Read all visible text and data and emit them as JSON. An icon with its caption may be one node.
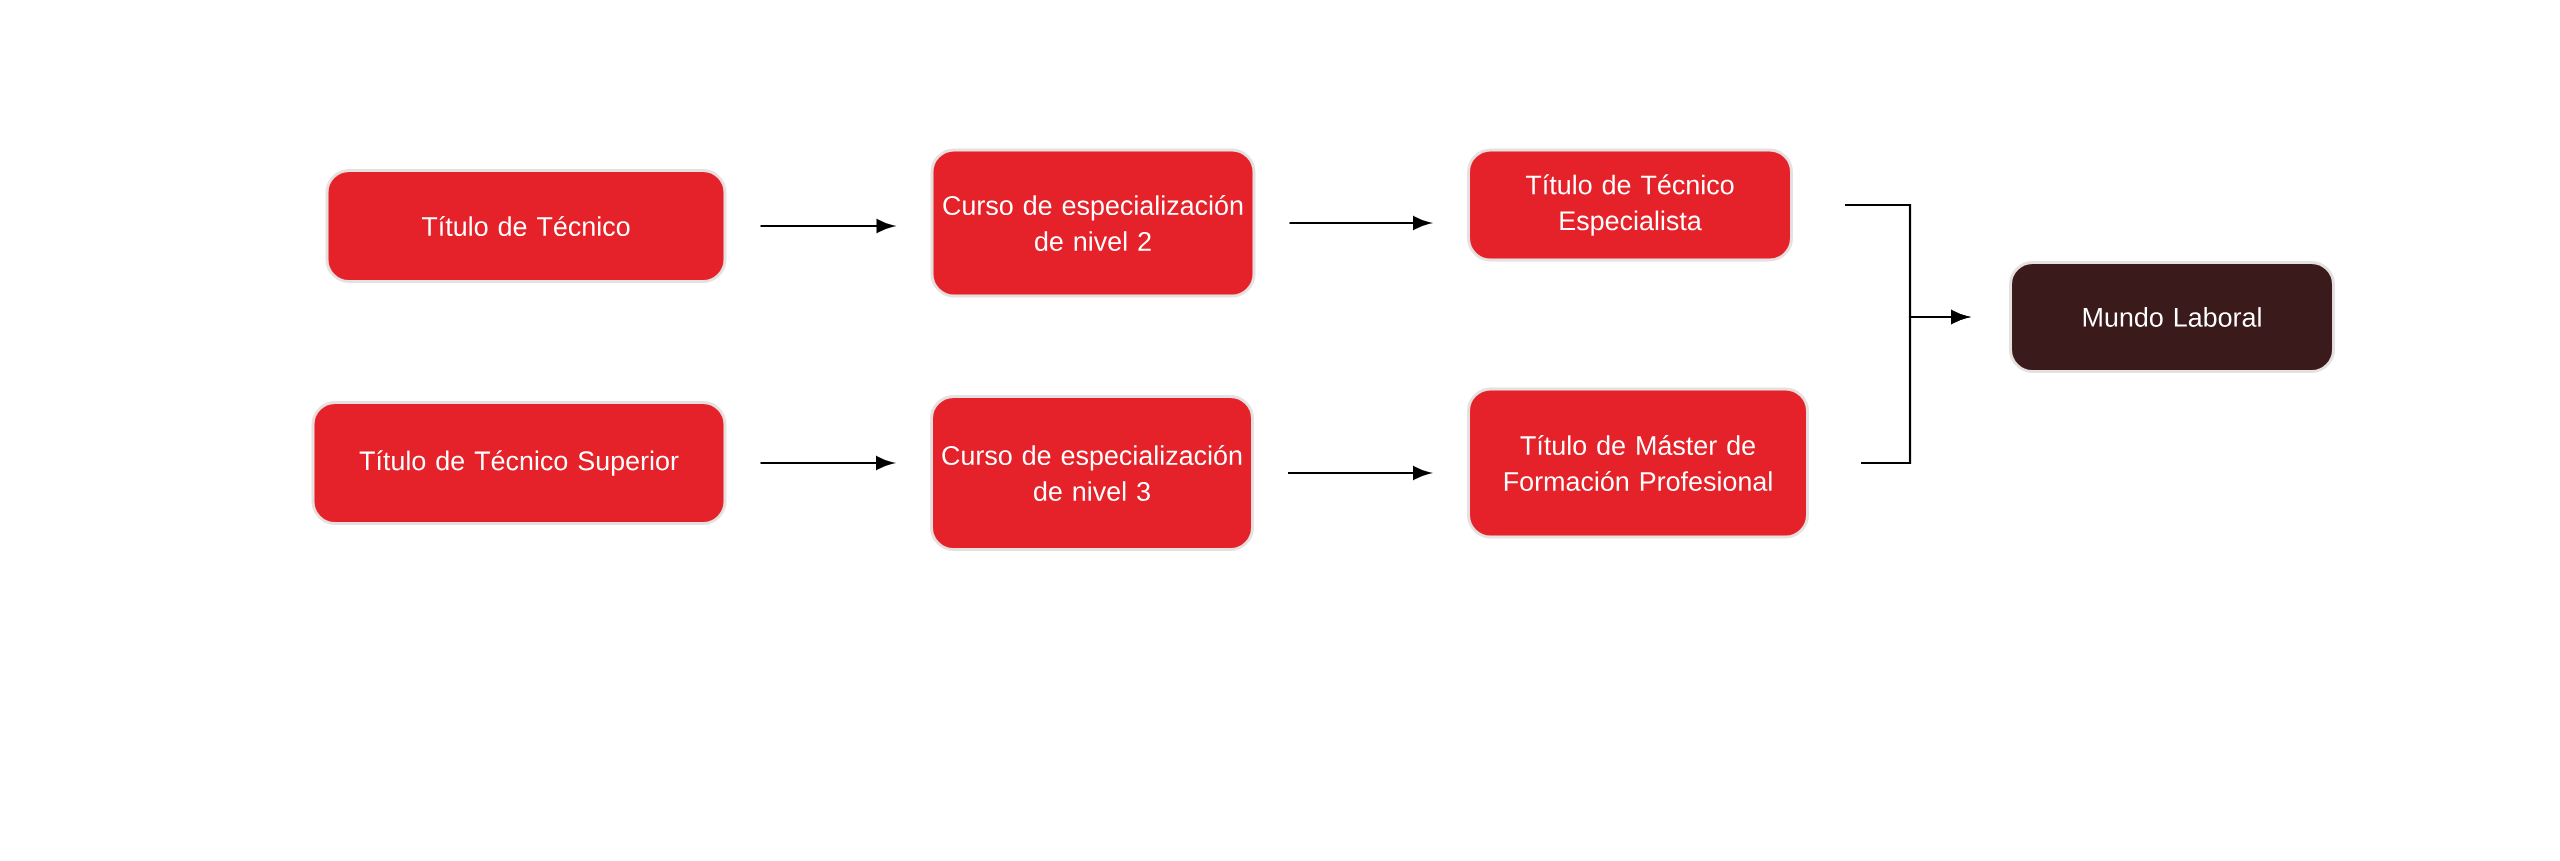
{
  "diagram": {
    "nodes": [
      {
        "text": [
          "Título de Técnico"
        ]
      },
      {
        "text": [
          "Curso de especialización de nivel 2"
        ]
      },
      {
        "text": [
          "Título de Técnico Especialista"
        ]
      },
      {
        "text": [
          "Título de Técnico Superior"
        ]
      },
      {
        "text": [
          "Curso de especialización de nivel 3"
        ]
      },
      {
        "text": [
          "Título de Máster de Formación Profesional"
        ]
      },
      {
        "text": [
          "Mundo Laboral"
        ]
      }
    ],
    "edges": [
      {
        "from": 0,
        "to": 1,
        "arrow": "to"
      },
      {
        "from": 1,
        "to": 2,
        "arrow": "to"
      },
      {
        "from": 3,
        "to": 4,
        "arrow": "to"
      },
      {
        "from": 4,
        "to": 5,
        "arrow": "to"
      },
      {
        "from": 2,
        "to": 6,
        "arrow": "to"
      },
      {
        "from": 5,
        "to": 6,
        "arrow": "to"
      }
    ]
  }
}
